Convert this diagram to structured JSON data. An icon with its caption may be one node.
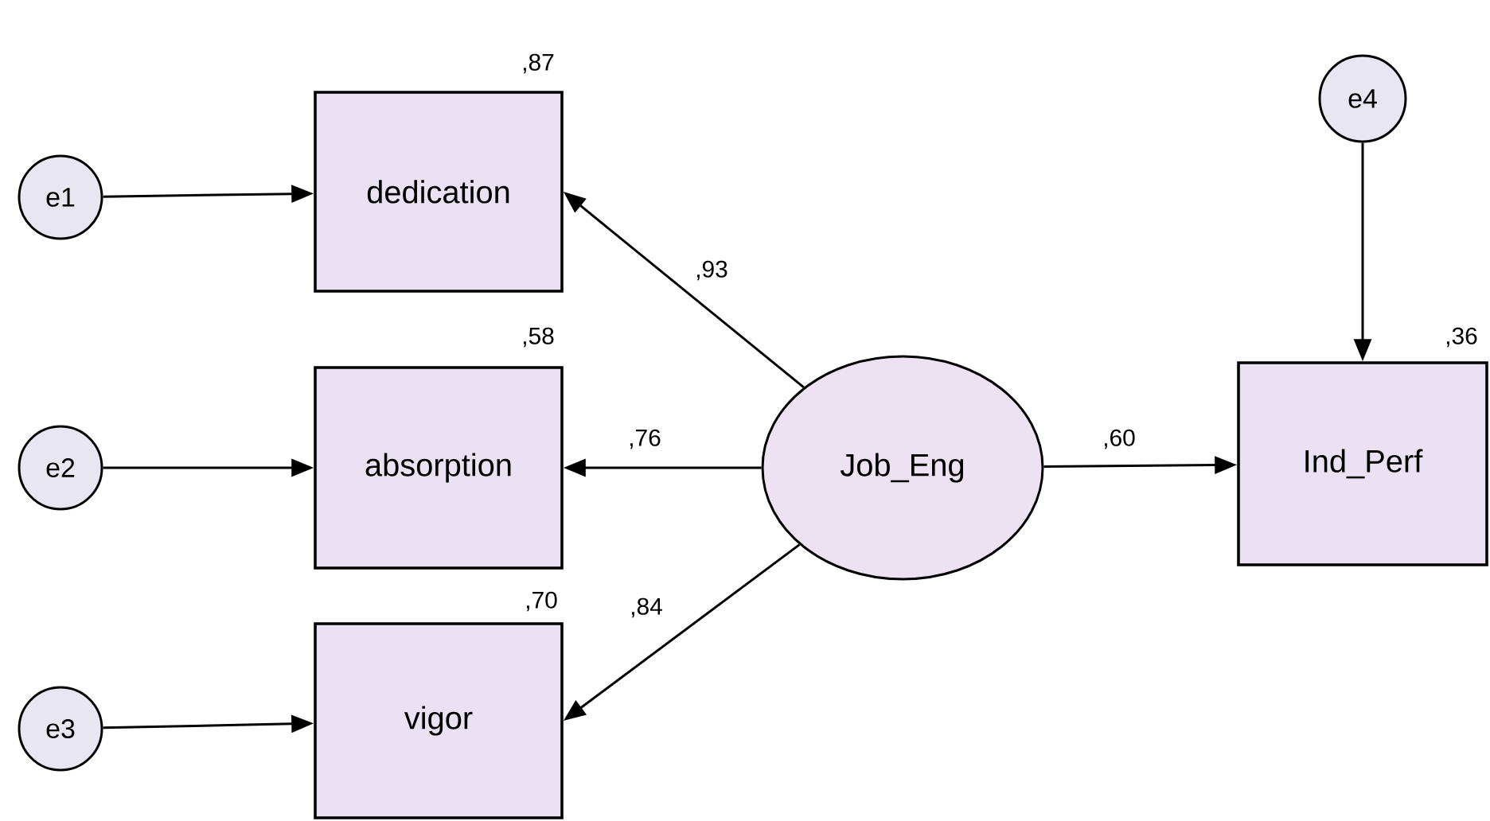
{
  "diagram": {
    "nodes": [
      {
        "text": [
          "e1"
        ]
      },
      {
        "text": [
          "dedication"
        ],
        "beside": [
          ",87"
        ]
      },
      {
        "text": [
          "e2"
        ]
      },
      {
        "text": [
          "absorption"
        ],
        "beside": [
          ",58"
        ]
      },
      {
        "text": [
          "e3"
        ]
      },
      {
        "text": [
          "vigor"
        ],
        "beside": [
          ",70"
        ]
      },
      {
        "text": [
          "Job_Eng"
        ]
      },
      {
        "text": [
          "e4"
        ]
      },
      {
        "text": [
          "Ind_Perf"
        ],
        "beside": [
          ",36"
        ]
      }
    ],
    "edges": [
      {
        "from": 0,
        "to": 1,
        "arrow": "to"
      },
      {
        "from": 2,
        "to": 3,
        "arrow": "to"
      },
      {
        "from": 4,
        "to": 5,
        "arrow": "to"
      },
      {
        "from": 6,
        "to": 1,
        "arrow": "to",
        "label": ",93"
      },
      {
        "from": 6,
        "to": 3,
        "arrow": "to",
        "label": ",76"
      },
      {
        "from": 6,
        "to": 5,
        "arrow": "to",
        "label": ",84"
      },
      {
        "from": 6,
        "to": 8,
        "arrow": "to",
        "label": ",60"
      },
      {
        "from": 7,
        "to": 8,
        "arrow": "to"
      }
    ]
  }
}
